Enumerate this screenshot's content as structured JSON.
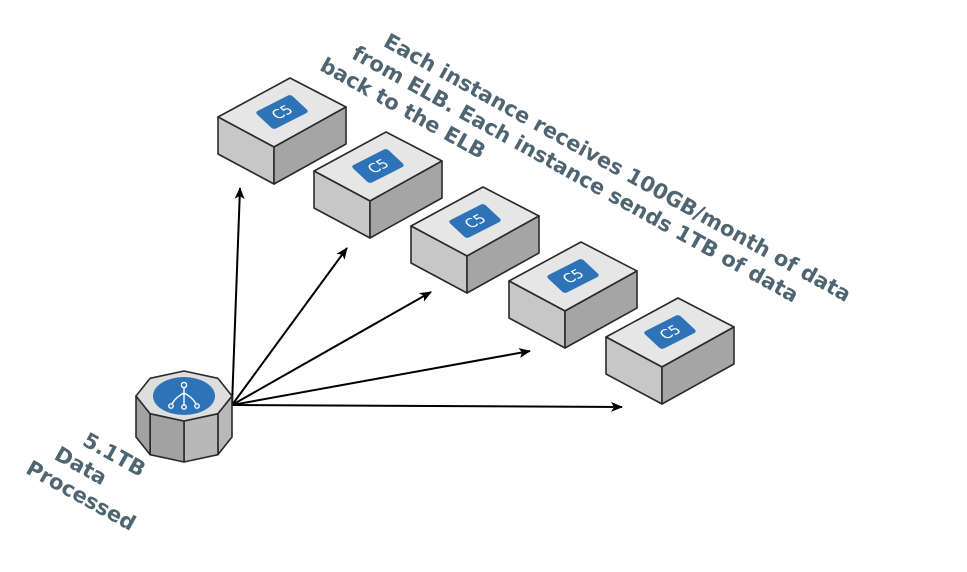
{
  "load_balancer": {
    "icon": "elb-icon",
    "label_lines": [
      "5.1TB",
      "Data",
      "Processed"
    ]
  },
  "instances": [
    {
      "label": "C5"
    },
    {
      "label": "C5"
    },
    {
      "label": "C5"
    },
    {
      "label": "C5"
    },
    {
      "label": "C5"
    }
  ],
  "annotation": {
    "lines": [
      "Each instance receives 100GB/month of data",
      "from ELB. Each instance sends 1TB of data",
      "back to the ELB"
    ]
  },
  "colors": {
    "text": "#4f6572",
    "badge": "#2e73b8",
    "cube_top": "#e6e6e6",
    "cube_left": "#c7c7c7",
    "cube_right": "#a5a5a5",
    "arrow": "#000000"
  }
}
